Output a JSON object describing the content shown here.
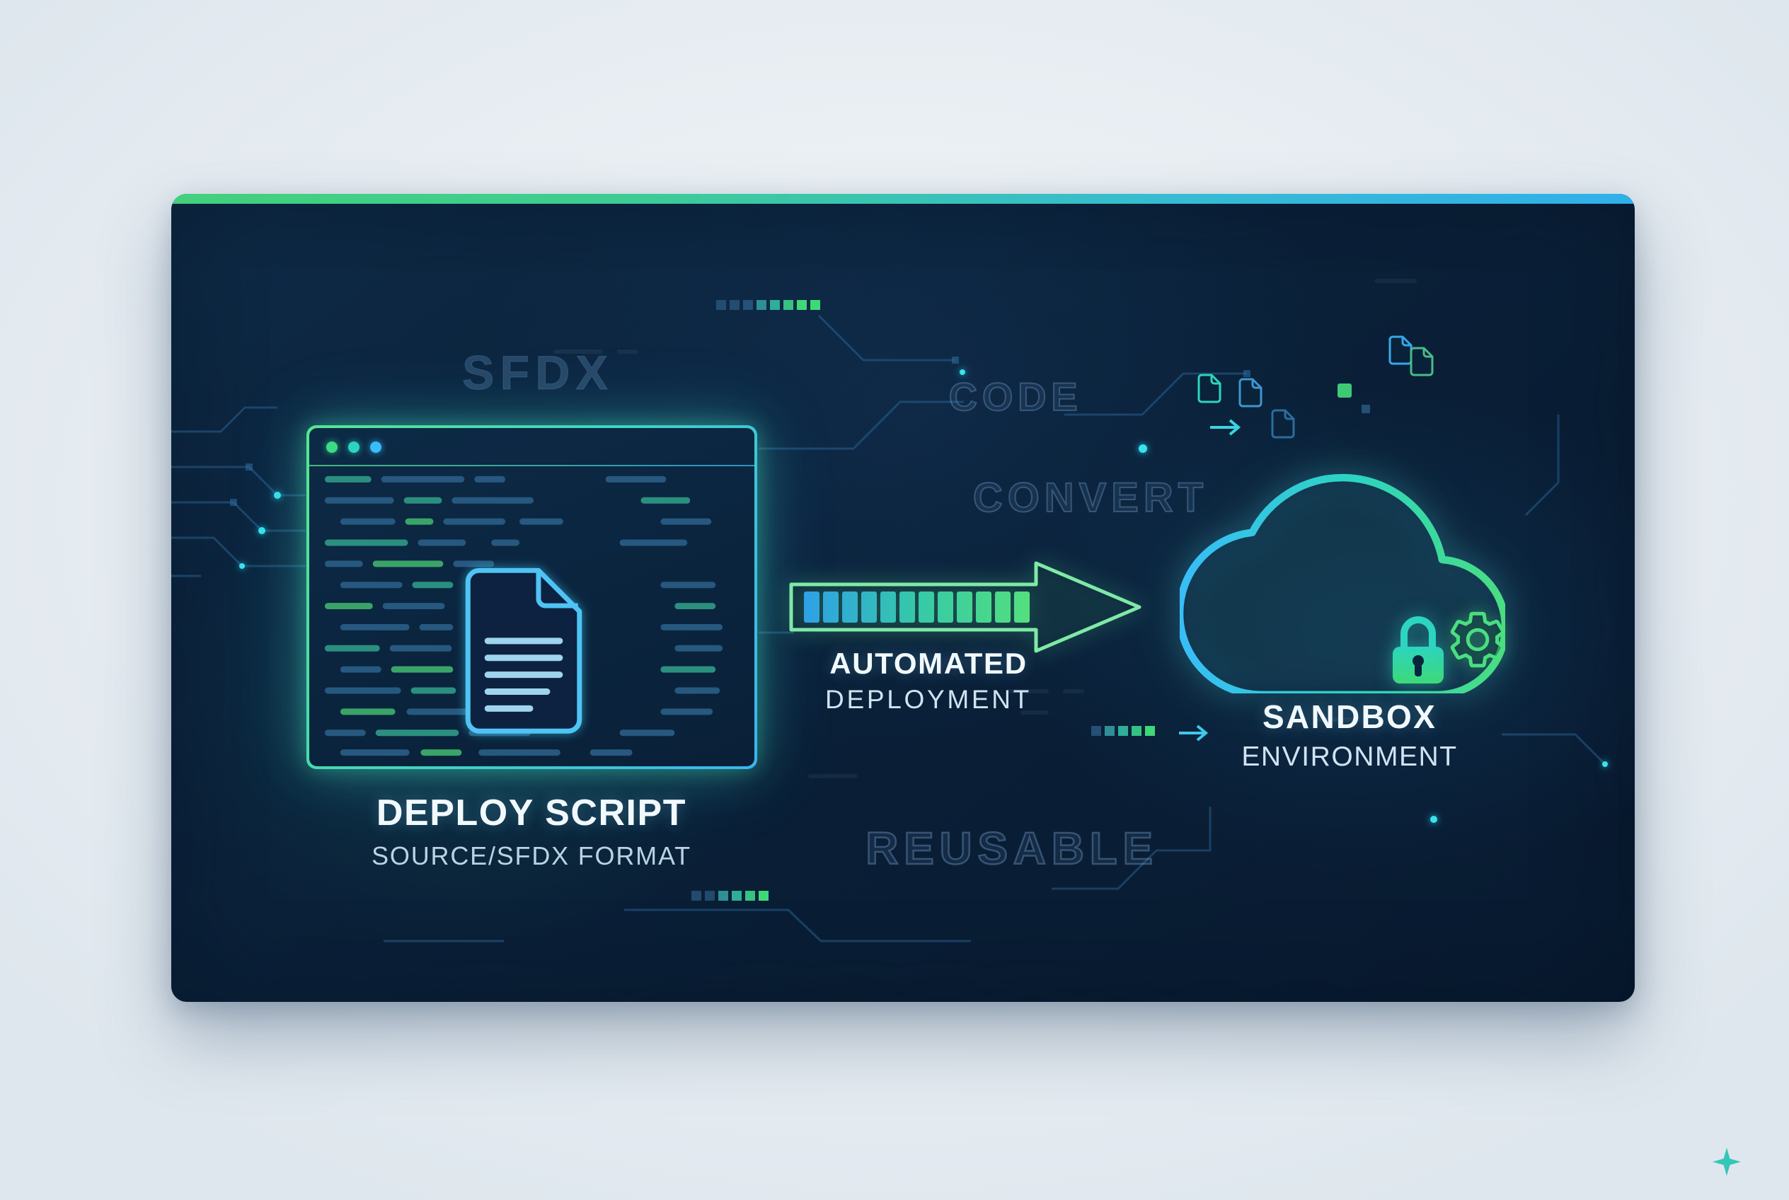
{
  "watermarks": {
    "sfdx": "SFDX",
    "code": "CODE",
    "convert": "CONVERT",
    "reusable": "REUSABLE"
  },
  "deploy_script": {
    "title": "DEPLOY SCRIPT",
    "subtitle": "SOURCE/SFDX FORMAT"
  },
  "deployment_flow": {
    "line1": "AUTOMATED",
    "line2": "DEPLOYMENT"
  },
  "sandbox": {
    "line1": "SANDBOX",
    "line2": "ENVIRONMENT"
  },
  "accent_colors": {
    "green": "#4ade80",
    "teal": "#2dd4bf",
    "blue": "#38bdf8",
    "card_background": "#0a2038",
    "page_background": "#e9eef2"
  }
}
